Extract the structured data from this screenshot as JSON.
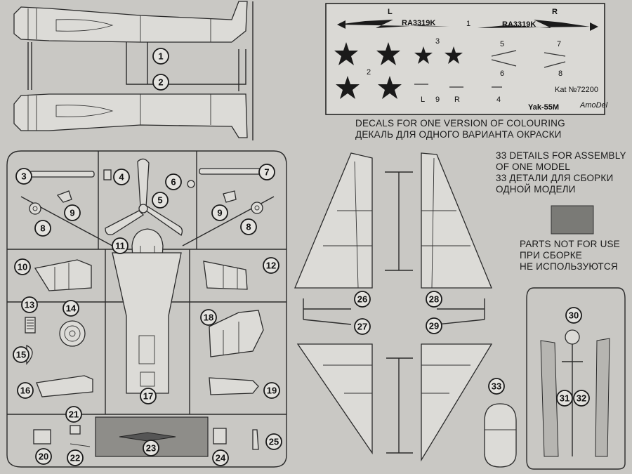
{
  "decal_sheet": {
    "left_marker": "L",
    "right_marker": "R",
    "registration_left": "RA3319K",
    "registration_right": "RA3319K",
    "decal_numbers": [
      "1",
      "2",
      "3",
      "4",
      "5",
      "6",
      "7",
      "8",
      "9"
    ],
    "small_labels": [
      "L",
      "R"
    ],
    "catalog_number": "Kat №72200",
    "model_name": "Yak-55M",
    "brand": "AmoDel"
  },
  "captions": {
    "decals_en": "DECALS FOR ONE VERSION OF COLOURING",
    "decals_ru": "ДЕКАЛЬ ДЛЯ ОДНОГО ВАРИАНТА ОКРАСКИ",
    "details_en_1": "33 DETAILS FOR ASSEMBLY",
    "details_en_2": "OF ONE MODEL",
    "details_ru_1": "33 ДЕТАЛИ ДЛЯ СБОРКИ",
    "details_ru_2": "ОДНОЙ МОДЕЛИ",
    "not_use_en": "PARTS NOT FOR USE",
    "not_use_ru_1": "ПРИ СБОРКЕ",
    "not_use_ru_2": "НЕ ИСПОЛЬЗУЮТСЯ"
  },
  "legend_colors": {
    "unused_parts": "#7a7a76",
    "paper": "#c9c8c4"
  },
  "part_numbers": [
    "1",
    "2",
    "3",
    "4",
    "5",
    "6",
    "7",
    "8",
    "9",
    "9",
    "8",
    "10",
    "11",
    "12",
    "13",
    "14",
    "15",
    "16",
    "17",
    "18",
    "19",
    "20",
    "21",
    "22",
    "23",
    "24",
    "25",
    "26",
    "27",
    "28",
    "29",
    "30",
    "31",
    "32",
    "33"
  ]
}
